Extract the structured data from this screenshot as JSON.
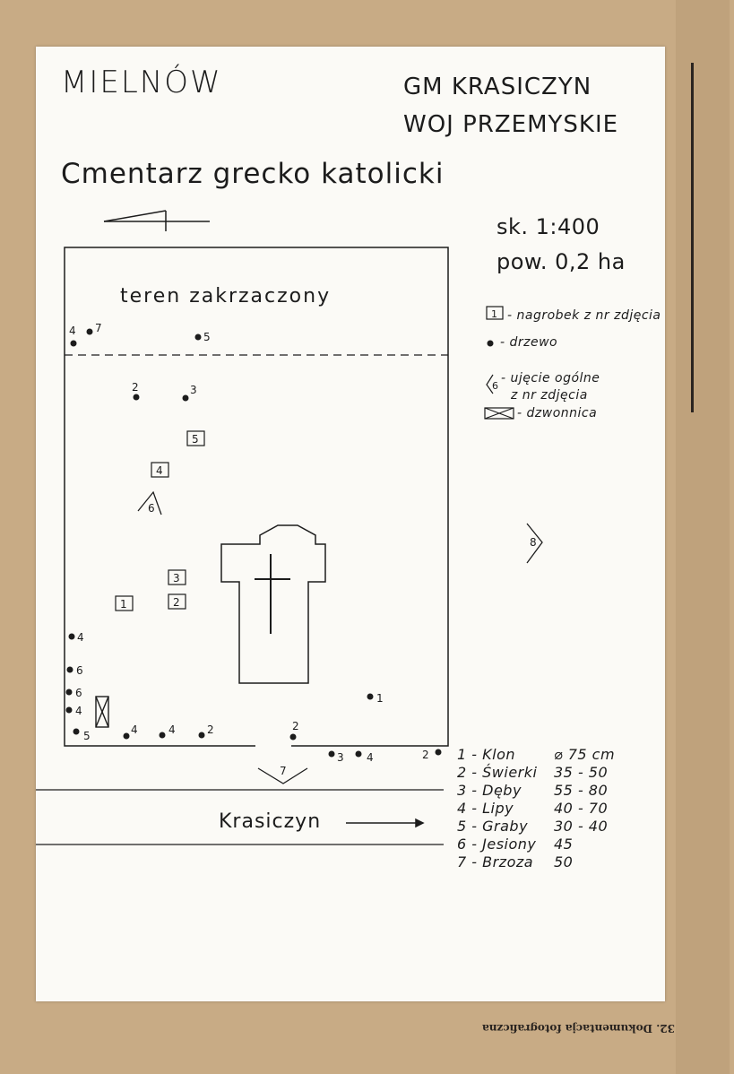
{
  "title": "MIELNÓW",
  "commune": "GM KRASICZYN",
  "province": "WOJ PRZEMYSKIE",
  "subtitle": "Cmentarz grecko katolicki",
  "scale": "sk. 1:400",
  "area": "pow. 0,2 ha",
  "map": {
    "overgrown_label": "teren zakrzaczony",
    "road_label": "Krasiczyn",
    "markers": {
      "tree_labels": [
        "4",
        "7",
        "5",
        "2",
        "3",
        "4",
        "6",
        "6",
        "4",
        "5",
        "4",
        "4",
        "2",
        "2",
        "1",
        "3",
        "4",
        "2"
      ],
      "grave_labels": [
        "5",
        "4",
        "3",
        "2",
        "1"
      ],
      "view_labels": [
        "6",
        "8",
        "7"
      ]
    }
  },
  "legend": {
    "grave": {
      "symbol": "1",
      "text": "- nagrobek z nr zdjęcia"
    },
    "tree": {
      "text": "- drzewo"
    },
    "view": {
      "symbol": "6",
      "text": "- ujęcie ogólne",
      "text2": "z nr zdjęcia"
    },
    "belfry": {
      "text": "- dzwonnica"
    }
  },
  "species": [
    {
      "label": "1 - Klon",
      "range": "⌀ 75 cm"
    },
    {
      "label": "2 - Świerki",
      "range": "35 - 50"
    },
    {
      "label": "3 - Dęby",
      "range": "55 - 80"
    },
    {
      "label": "4 - Lipy",
      "range": "40 - 70"
    },
    {
      "label": "5 - Graby",
      "range": "30 - 40"
    },
    {
      "label": "6 - Jesiony",
      "range": "45"
    },
    {
      "label": "7 - Brzoza",
      "range": "50"
    }
  ],
  "caption": "32. Dokumentacja fotograficzna"
}
